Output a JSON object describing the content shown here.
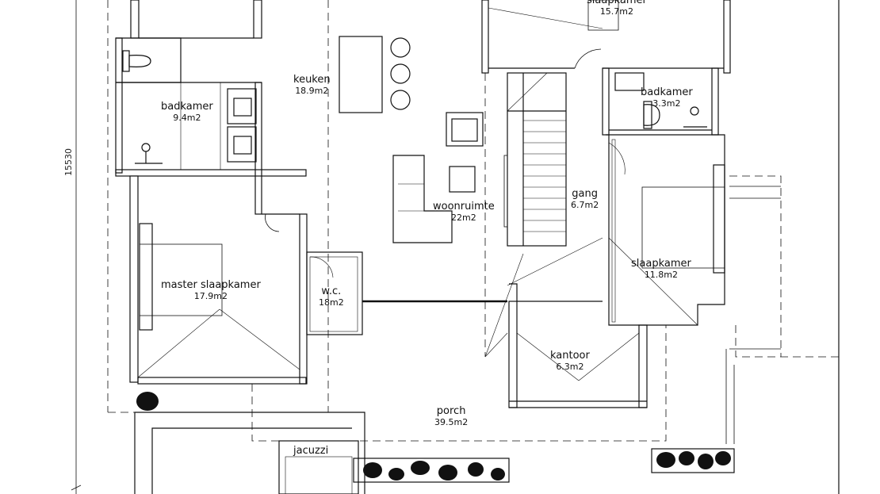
{
  "dimension_label": "15530",
  "rooms": {
    "slaapkamer_top": {
      "name": "slaapkamer",
      "area": "15.7m2"
    },
    "keuken": {
      "name": "keuken",
      "area": "18.9m2"
    },
    "badkamer_left": {
      "name": "badkamer",
      "area": "9.4m2"
    },
    "badkamer_right": {
      "name": "badkamer",
      "area": "3.3m2"
    },
    "woonruimte": {
      "name": "woonruimte",
      "area": "22m2"
    },
    "gang": {
      "name": "gang",
      "area": "6.7m2"
    },
    "slaapkamer_right": {
      "name": "slaapkamer",
      "area": "11.8m2"
    },
    "master": {
      "name": "master  slaapkamer",
      "area": "17.9m2"
    },
    "wc": {
      "name": "w.c.",
      "area": "18m2"
    },
    "kantoor": {
      "name": "kantoor",
      "area": "6.3m2"
    },
    "porch": {
      "name": "porch",
      "area": "39.5m2"
    },
    "jacuzzi": {
      "name": "jacuzzi"
    }
  }
}
